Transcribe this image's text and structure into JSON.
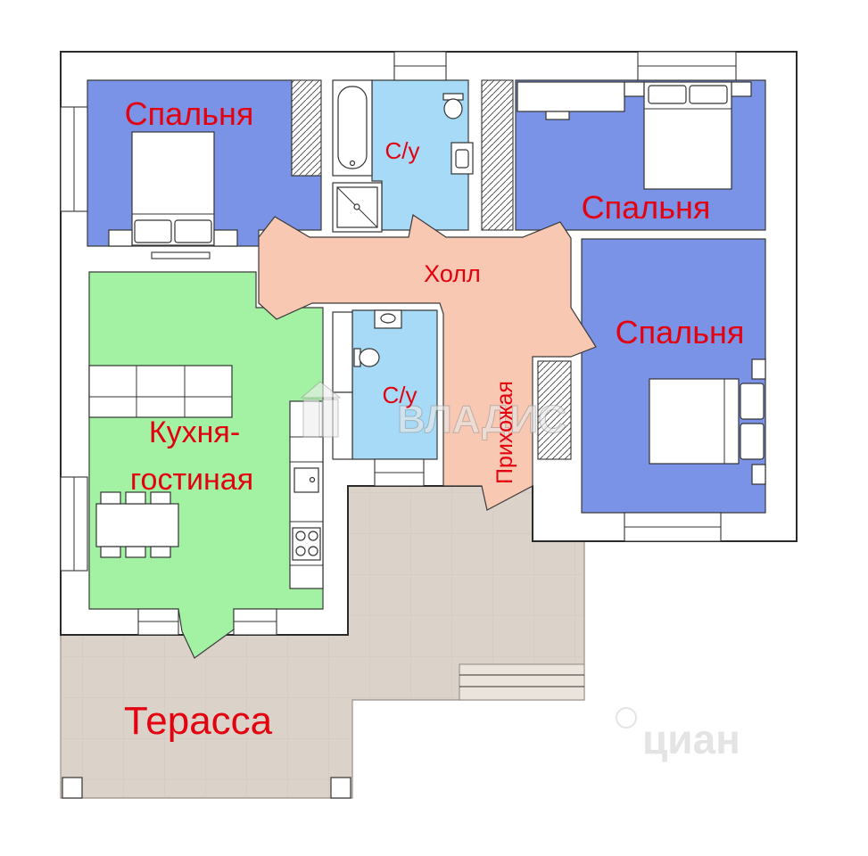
{
  "rooms": {
    "bedroom_top_left": "Спальня",
    "bathroom_top": "С/у",
    "bedroom_top_right": "Спальня",
    "hall": "Холл",
    "bedroom_right": "Спальня",
    "bathroom_lower": "С/у",
    "entrance": "Прихожая",
    "kitchen_line1": "Кухня-",
    "kitchen_line2": "гостиная",
    "terrace": "Терасса"
  },
  "watermarks": {
    "agency": "ВЛАДИС",
    "site": "циан"
  },
  "colors": {
    "bedroom": "#7b93e6",
    "bathroom": "#a6daf6",
    "hall": "#f8c8b2",
    "kitchen": "#a3f1a3",
    "terrace": "#dbd2c9",
    "label": "#e3000f",
    "watermark": "#e9e9e9",
    "watermark_site": "#c4c4c4"
  }
}
